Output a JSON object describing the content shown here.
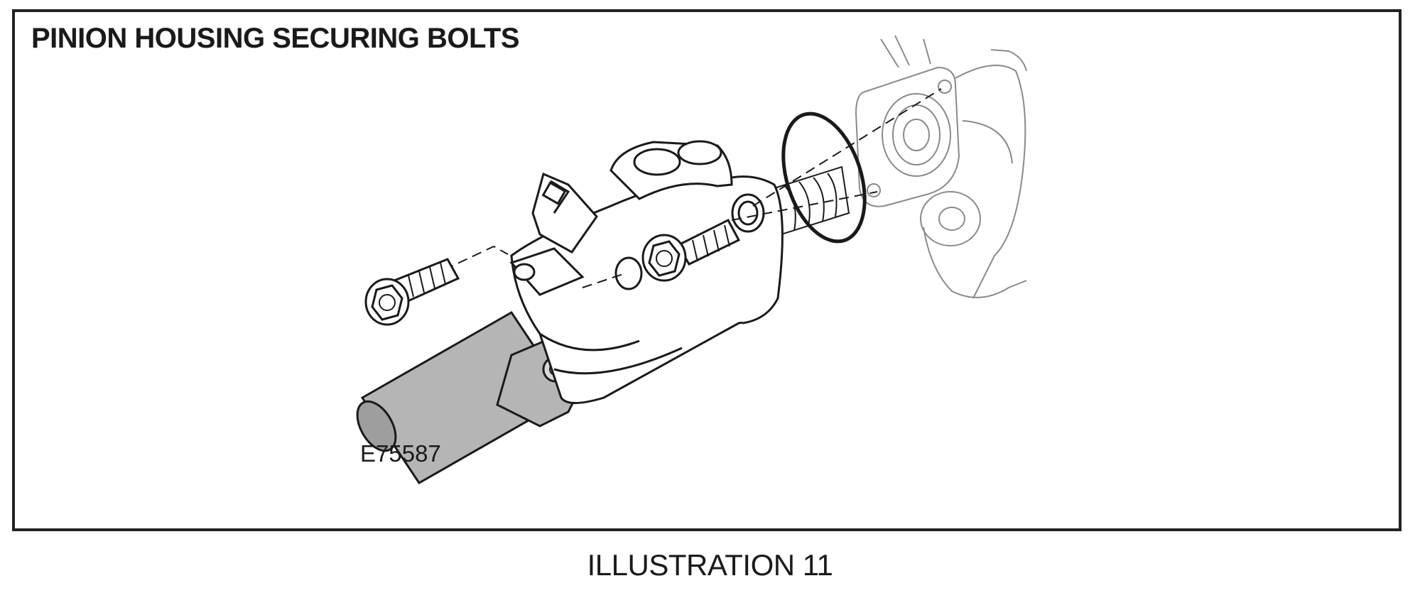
{
  "title": "PINION HOUSING SECURING BOLTS",
  "figure_code": "E75587",
  "caption": "ILLUSTRATION 11",
  "colors": {
    "frame": "#222222",
    "ink": "#1a1a1a",
    "shade": "#b5b5b5",
    "ghost": "#8a8a8a"
  },
  "parts": [
    "housing-flange",
    "o-ring",
    "pinion-housing",
    "securing-bolt",
    "securing-bolt",
    "connector",
    "steering-rack-tube"
  ]
}
